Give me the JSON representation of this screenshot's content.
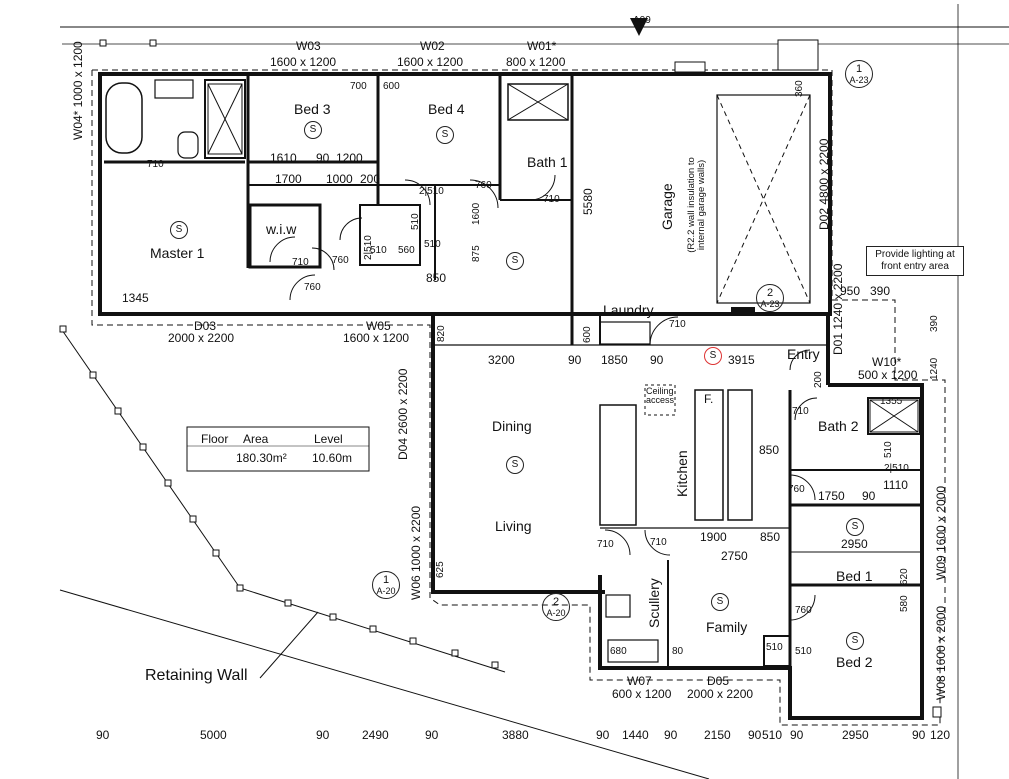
{
  "rooms": {
    "master": "Master 1",
    "wiw": "w.i.w",
    "bed3": "Bed 3",
    "bed4": "Bed 4",
    "bath1": "Bath 1",
    "garage": "Garage",
    "garage_note": "(R2.2 wall insulation to internal garage walls)",
    "laundry": "Laundry",
    "entry": "Entry",
    "dining": "Dining",
    "living": "Living",
    "kitchen": "Kitchen",
    "bath2": "Bath 2",
    "bed1": "Bed 1",
    "family": "Family",
    "bed2": "Bed 2",
    "scullery": "Scullery",
    "ceiling_access": "Ceiling access",
    "fridge": "F."
  },
  "windows": {
    "w03_name": "W03",
    "w03_size": "1600 x 1200",
    "w02_name": "W02",
    "w02_size": "1600 x 1200",
    "w01_name": "W01*",
    "w01_size": "800 x 1200",
    "w04": "W04* 1000 x 1200",
    "w05_name": "W05",
    "w05_size": "1600 x 1200",
    "w06": "W06 1000 x 2200",
    "w07_name": "W07",
    "w07_size": "600 x 1200",
    "w08": "W08 1600 x 2000",
    "w09": "W09 1600 x 2000",
    "w10_name": "W10*",
    "w10_size": "500 x 1200"
  },
  "doors": {
    "d01": "D01 1240 x 2200",
    "d02": "D02 4800 x 2200",
    "d03_name": "D03",
    "d03_size": "2000 x 2200",
    "d04": "D04 2600 x 2200",
    "d05_name": "D05",
    "d05_size": "2000 x 2200"
  },
  "dims": {
    "d1345": "1345",
    "d710a": "710",
    "d1610": "1610",
    "d90a": "90",
    "d1200a": "1200",
    "d1700": "1700",
    "d1000": "1000",
    "d200": "200",
    "d700": "700",
    "d600a": "600",
    "d2510a": "2|510",
    "d510a": "510",
    "d1600": "1600",
    "d875": "875",
    "d760a": "760",
    "d2510b": "2|510",
    "d510b": "510",
    "d560": "560",
    "d510c": "510",
    "d760b": "760",
    "d850a": "850",
    "d710b": "710",
    "d760c": "760",
    "d5580": "5580",
    "d710c": "710",
    "d360": "360",
    "d600b": "600",
    "d710d": "710",
    "d820": "820",
    "d3200": "3200",
    "d90b": "90",
    "d1850": "1850",
    "d90c": "90",
    "d3915": "3915",
    "d950": "950",
    "d390a": "390",
    "d390b": "390",
    "d1240": "1240",
    "d200b": "200",
    "d710e": "710",
    "d1355": "1355",
    "d850b": "850",
    "d510d": "510",
    "d2510c": "2|510",
    "d1110": "1110",
    "d760d": "760",
    "d1750": "1750",
    "d90d": "90",
    "d2950a": "2950",
    "d710f": "710",
    "d710g": "710",
    "d1900": "1900",
    "d850c": "850",
    "d2750": "2750",
    "d620": "620",
    "d580": "580",
    "d760e": "760",
    "d625": "625",
    "d680": "680",
    "d80": "80",
    "d510e": "510",
    "d510f": "510",
    "bottom": [
      "90",
      "5000",
      "90",
      "2490",
      "90",
      "3880",
      "90",
      "1440",
      "90",
      "2150",
      "90",
      "510",
      "90",
      "2950",
      "90",
      "120"
    ]
  },
  "section_refs": [
    {
      "num": "1",
      "ref": "A-23"
    },
    {
      "num": "2",
      "ref": "A-23"
    },
    {
      "num": "1",
      "ref": "A-20"
    },
    {
      "num": "2",
      "ref": "A-20"
    }
  ],
  "top_ref": "A09",
  "smoke_symbol": "S",
  "area_table": {
    "headers": [
      "Floor",
      "Area",
      "Level"
    ],
    "area": "180.30m²",
    "level": "10.60m"
  },
  "notes": {
    "lighting": "Provide lighting at front entry area",
    "retaining_wall": "Retaining Wall"
  }
}
